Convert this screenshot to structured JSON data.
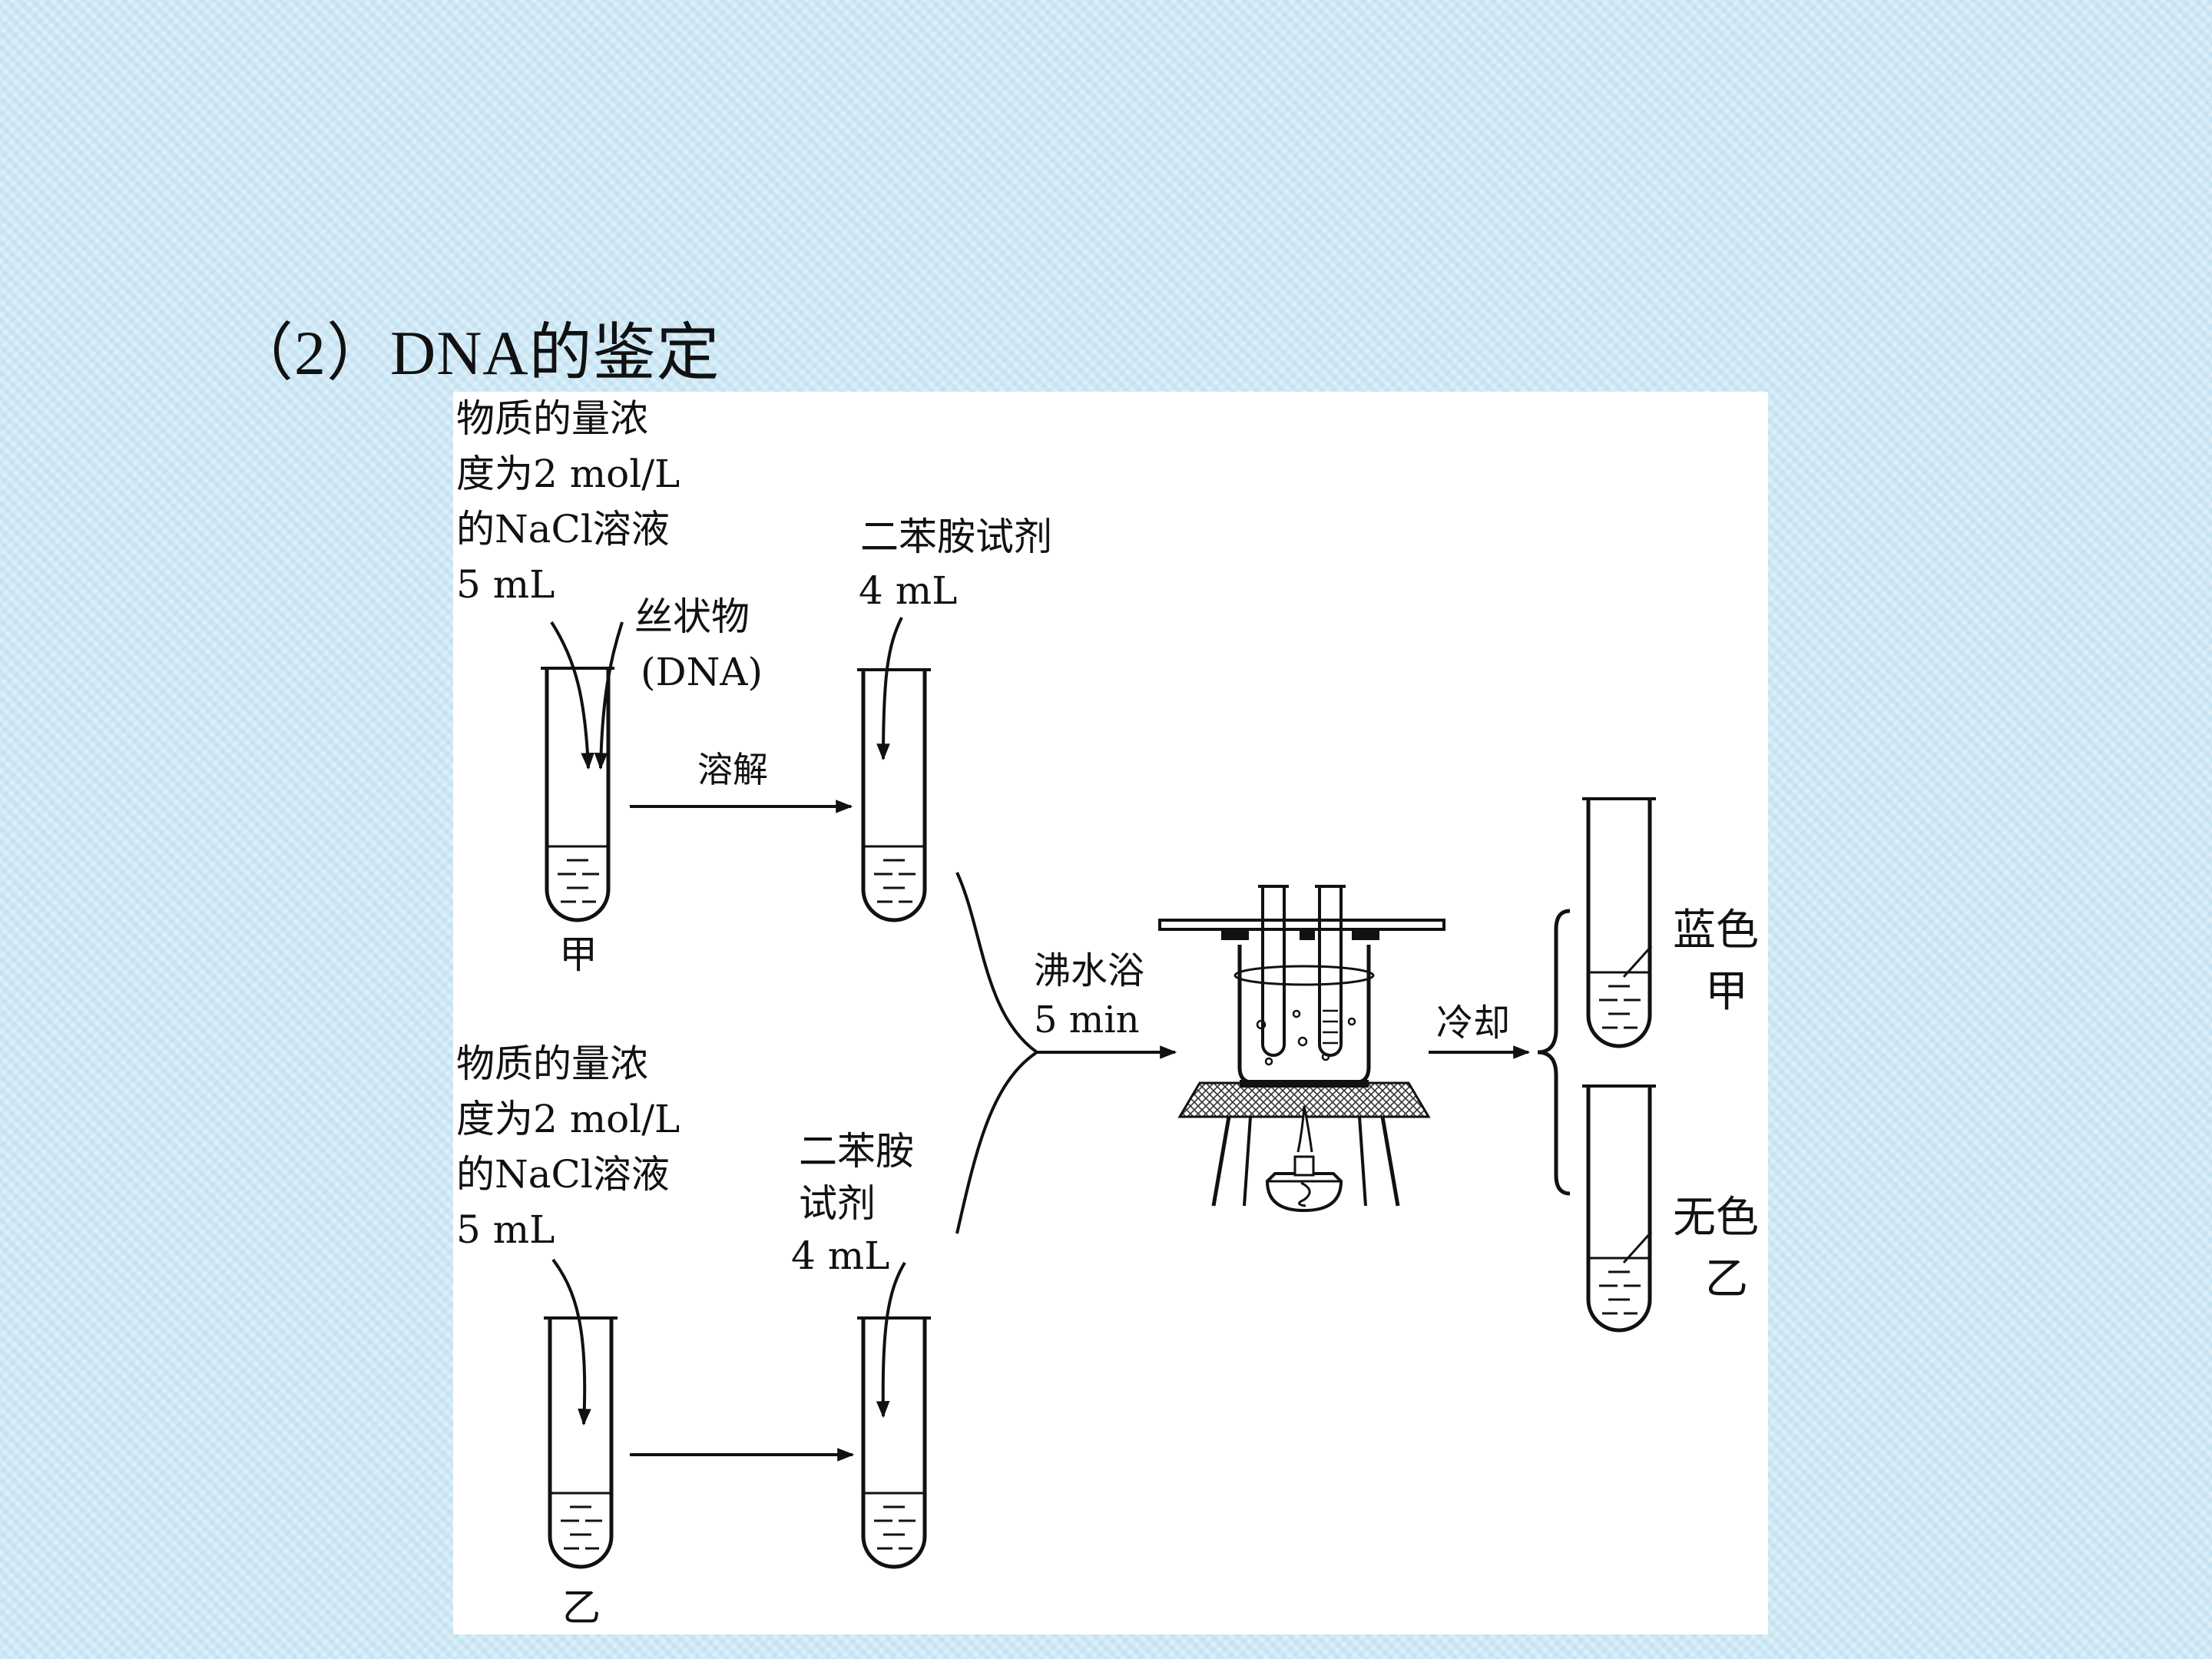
{
  "slide": {
    "title": "（2）DNA的鉴定"
  },
  "diagram": {
    "top_row": {
      "nacl_label": [
        "物质的量浓",
        "度为2 mol/L",
        "的NaCl溶液",
        "5 mL"
      ],
      "dna_label": [
        "丝状物",
        "(DNA)"
      ],
      "reagent_label": [
        "二苯胺试剂",
        "4 mL"
      ],
      "dissolve_label": "溶解",
      "tube_label": "甲"
    },
    "bottom_row": {
      "nacl_label": [
        "物质的量浓",
        "度为2 mol/L",
        "的NaCl溶液",
        "5 mL"
      ],
      "reagent_label": [
        "二苯胺",
        "试剂",
        "4 mL"
      ],
      "tube_label": "乙"
    },
    "heating": {
      "label": [
        "沸水浴",
        "5 min"
      ]
    },
    "cooling": {
      "label": "冷却"
    },
    "results": [
      {
        "color_label": "蓝色",
        "tube_label": "甲"
      },
      {
        "color_label": "无色",
        "tube_label": "乙"
      }
    ]
  }
}
